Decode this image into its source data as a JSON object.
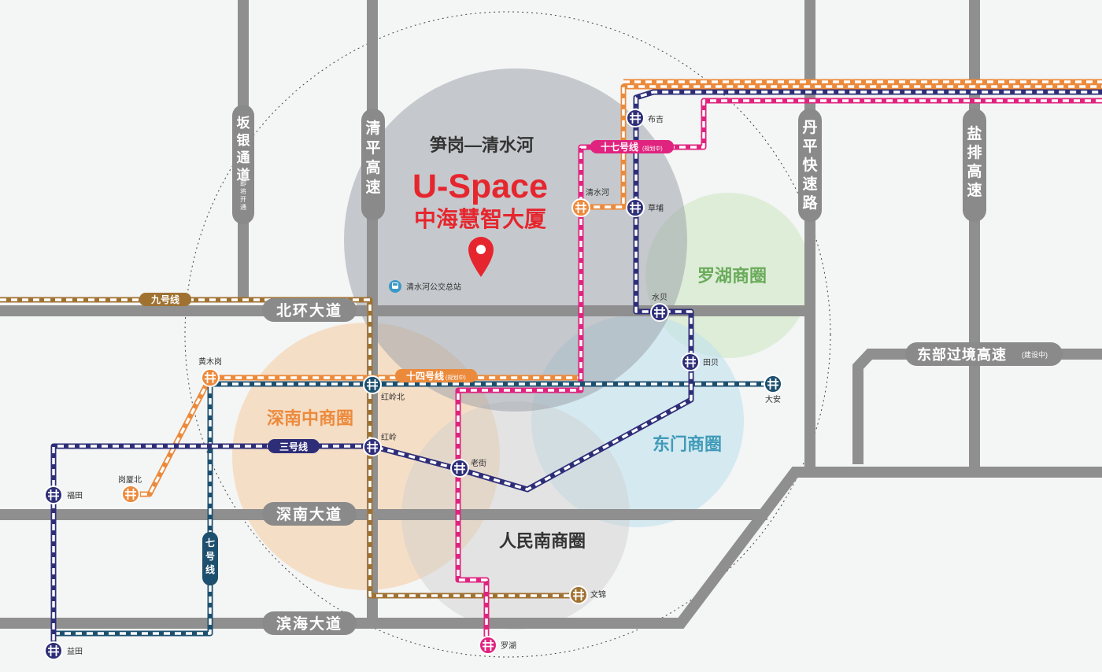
{
  "colors": {
    "background": "#f4f5f5",
    "road": "#8f8f8f",
    "road_label_bg": "#8a8a8a",
    "title_red": "#e6262e",
    "line_3": "#2e2e78",
    "line_7": "#1d4f6e",
    "line_9": "#a07232",
    "line_14": "#ec8a3c",
    "line_17": "#e0237f",
    "zone_shennan": "#f7c38f",
    "zone_luohu": "#cfe8c5",
    "zone_dongmen": "#bfe1ee",
    "zone_renminnan": "#cfcfcf",
    "zone_core": "#9ea4ab"
  },
  "project": {
    "district": "笋岗—清水河",
    "name_en": "U-Space",
    "name_cn": "中海慧智大厦",
    "pin_icon": "location-pin-icon"
  },
  "bus_station": {
    "label": "清水河公交总站",
    "icon": "bus-icon"
  },
  "zones": {
    "shennan": "深南中商圈",
    "luohu": "罗湖商圈",
    "dongmen": "东门商圈",
    "renminnan": "人民南商圈"
  },
  "roads": {
    "bantian": "坂银通道",
    "bantian_note": "即将开通",
    "qingping": "清平高速",
    "danping": "丹平快速路",
    "yanpai": "盐排高速",
    "beihuan": "北环大道",
    "shennan_ave": "深南大道",
    "binhai": "滨海大道",
    "dongbu": "东部过境高速",
    "dongbu_note": "(建设中)"
  },
  "lines": {
    "line_9": "九号线",
    "line_14": "十四号线",
    "line_14_note": "(规划中)",
    "line_17": "十七号线",
    "line_17_note": "(规划中)",
    "line_3": "三号线",
    "line_7": "七号线"
  },
  "stations": {
    "buji": "布吉",
    "qingshuihe": "清水河",
    "caopu": "草埔",
    "shuibei": "水贝",
    "tianbei": "田贝",
    "daan": "大安",
    "honglingbei": "红岭北",
    "hongling": "红岭",
    "laojie": "老街",
    "huangmugang": "黄木岗",
    "gangxiabei": "岗厦北",
    "futian": "福田",
    "yitian": "益田",
    "wenjin": "文锦",
    "luohu": "罗湖"
  }
}
